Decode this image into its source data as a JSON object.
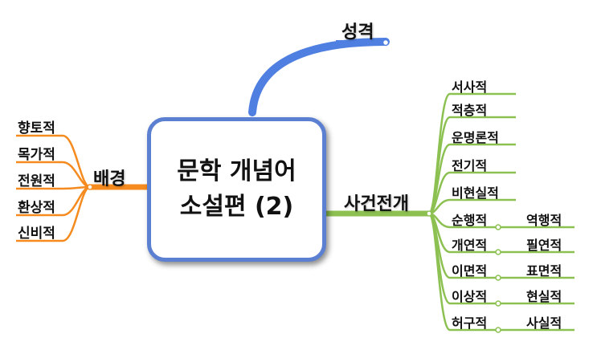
{
  "central_topic": {
    "line1": "문학 개념어",
    "line2": "소설편 (2)"
  },
  "branches": {
    "top": {
      "label": "성격",
      "color": "#4f7fe0"
    },
    "left": {
      "label": "배경",
      "color": "#f58b1f",
      "items": [
        "향토적",
        "목가적",
        "전원적",
        "환상적",
        "신비적"
      ]
    },
    "right": {
      "label": "사건전개",
      "color": "#8cc152",
      "items": [
        "서사적",
        "적층적",
        "운명론적",
        "전기적",
        "비현실적"
      ],
      "pairs": [
        {
          "left": "순행적",
          "right": "역행적"
        },
        {
          "left": "개연적",
          "right": "필연적"
        },
        {
          "left": "이면적",
          "right": "표면적"
        },
        {
          "left": "이상적",
          "right": "현실적"
        },
        {
          "left": "허구적",
          "right": "사실적"
        }
      ]
    }
  }
}
